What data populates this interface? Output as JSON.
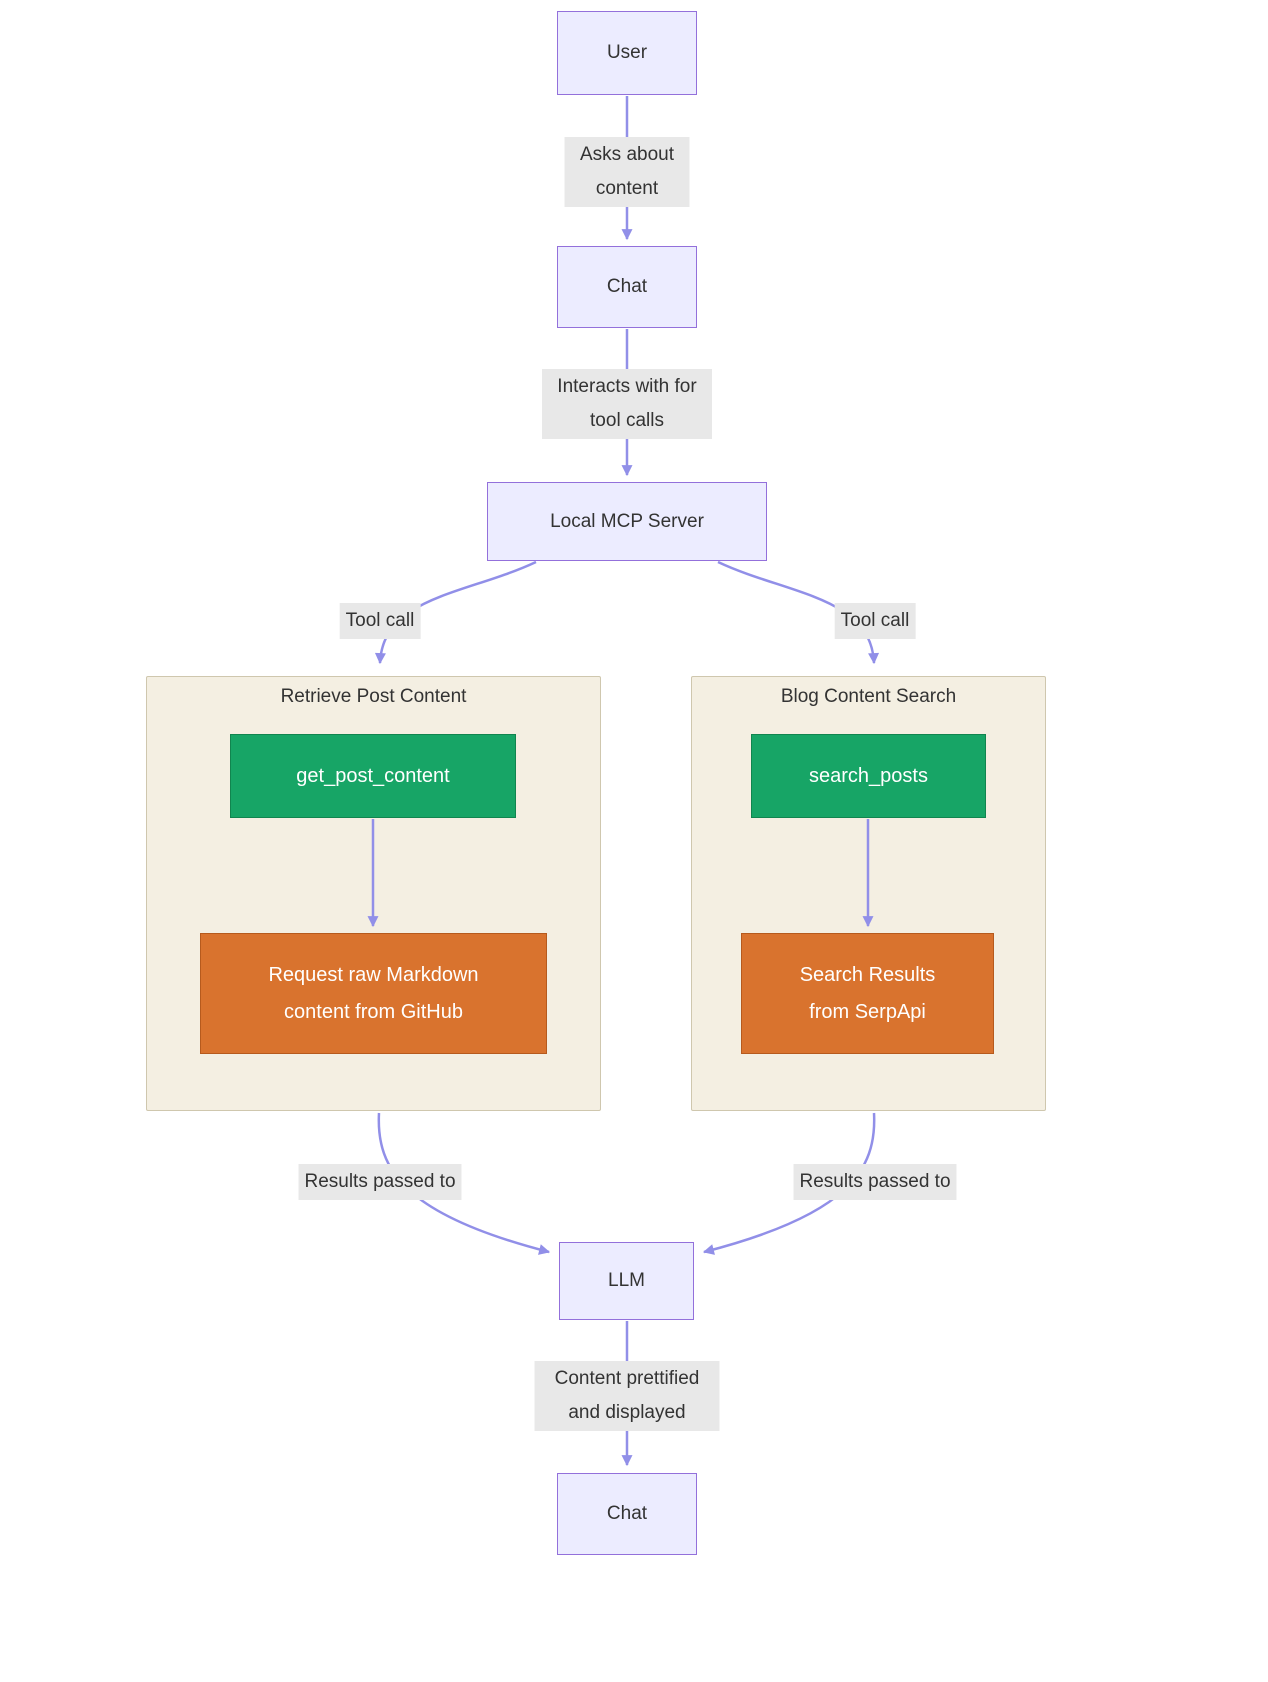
{
  "nodes": {
    "user": {
      "label": "User"
    },
    "chat_top": {
      "label": "Chat"
    },
    "mcp_server": {
      "label": "Local MCP Server"
    },
    "llm": {
      "label": "LLM"
    },
    "chat_bottom": {
      "label": "Chat"
    }
  },
  "subgraphs": {
    "retrieve_post_content": {
      "title": "Retrieve Post Content",
      "tool_node": {
        "label": "get_post_content"
      },
      "result_node": {
        "label": "Request raw Markdown content from GitHub"
      }
    },
    "blog_content_search": {
      "title": "Blog Content Search",
      "tool_node": {
        "label": "search_posts"
      },
      "result_node": {
        "label": "Search Results from SerpApi"
      }
    }
  },
  "edge_labels": {
    "user_to_chat": "Asks about content",
    "chat_to_mcp": "Interacts with for tool calls",
    "mcp_to_retrieve": "Tool call",
    "mcp_to_search": "Tool call",
    "retrieve_to_llm": "Results passed to",
    "search_to_llm": "Results passed to",
    "llm_to_chat": "Content prettified and displayed"
  },
  "colors": {
    "node_fill": "#ECECFF",
    "node_border": "#9370DB",
    "edge_label_bg": "#E8E8E8",
    "subgraph_fill": "#F4EFE2",
    "subgraph_border": "#CFC7AE",
    "tool_fill": "#17A566",
    "tool_border": "#11854F",
    "result_fill": "#D9732E",
    "result_border": "#B65A1D",
    "arrow": "#918FE8",
    "text_dark": "#333333",
    "text_light": "#FFFFFF"
  }
}
